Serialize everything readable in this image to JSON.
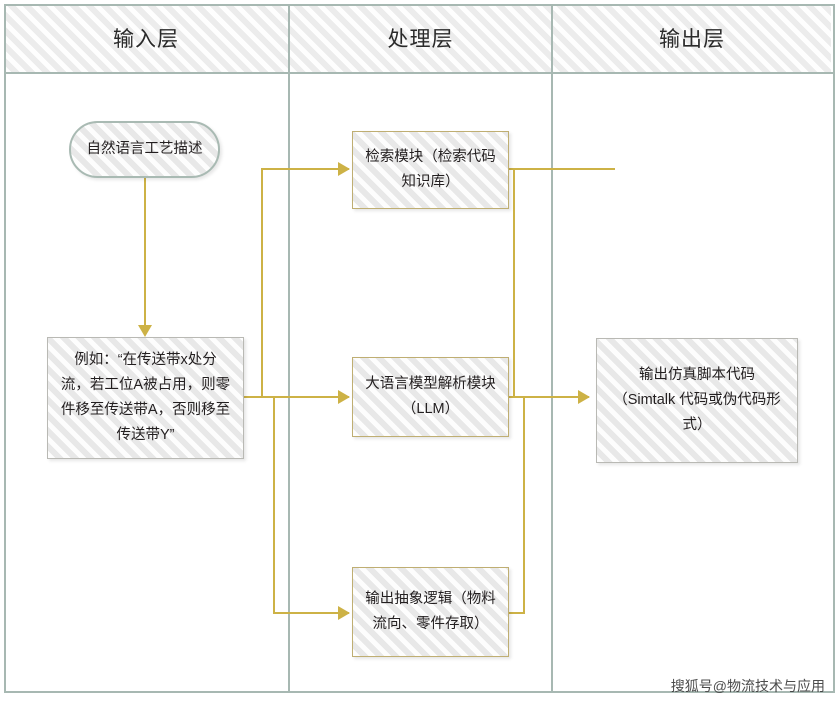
{
  "diagram": {
    "title_lanes": [
      {
        "id": "input",
        "label": "输入层"
      },
      {
        "id": "process",
        "label": "处理层"
      },
      {
        "id": "output",
        "label": "输出层"
      }
    ],
    "nodes": [
      {
        "id": "nl-desc",
        "label": "自然语言工艺描述",
        "shape": "pill",
        "lane": "input"
      },
      {
        "id": "example-text",
        "label": "例如：“在传送带x处分流，若工位A被占用，则零件移至传送带A，否则移至传送带Y”",
        "shape": "rect",
        "lane": "input"
      },
      {
        "id": "retrieval",
        "label": "检索模块（检索代码知识库）",
        "shape": "rect",
        "lane": "process"
      },
      {
        "id": "llm-parser",
        "label": "大语言模型解析模块（LLM）",
        "shape": "rect",
        "lane": "process"
      },
      {
        "id": "abstract-logic",
        "label": "输出抽象逻辑（物料流向、零件存取）",
        "shape": "rect",
        "lane": "process"
      },
      {
        "id": "sim-code",
        "label": "输出仿真脚本代码（Simtalk 代码或伪代码形式）",
        "shape": "rect",
        "lane": "output"
      }
    ],
    "edges": [
      {
        "id": "e1",
        "from": "nl-desc",
        "to": "example-text"
      },
      {
        "id": "e2",
        "from": "example-text",
        "to": "retrieval"
      },
      {
        "id": "e3",
        "from": "example-text",
        "to": "llm-parser"
      },
      {
        "id": "e4",
        "from": "example-text",
        "to": "abstract-logic"
      },
      {
        "id": "e5",
        "from": "retrieval",
        "to": "sim-code"
      },
      {
        "id": "e6",
        "from": "llm-parser",
        "to": "sim-code"
      },
      {
        "id": "e7",
        "from": "abstract-logic",
        "to": "sim-code"
      }
    ],
    "watermark": "搜狐号@物流技术与应用",
    "colors": {
      "lane_border": "#a7b8b2",
      "connector": "#cdb246",
      "node_border_gold": "#bfae72",
      "node_border_gray": "#b9b9b4",
      "pill_border": "#a9bab3",
      "node_fill": "#eeeeee"
    }
  }
}
